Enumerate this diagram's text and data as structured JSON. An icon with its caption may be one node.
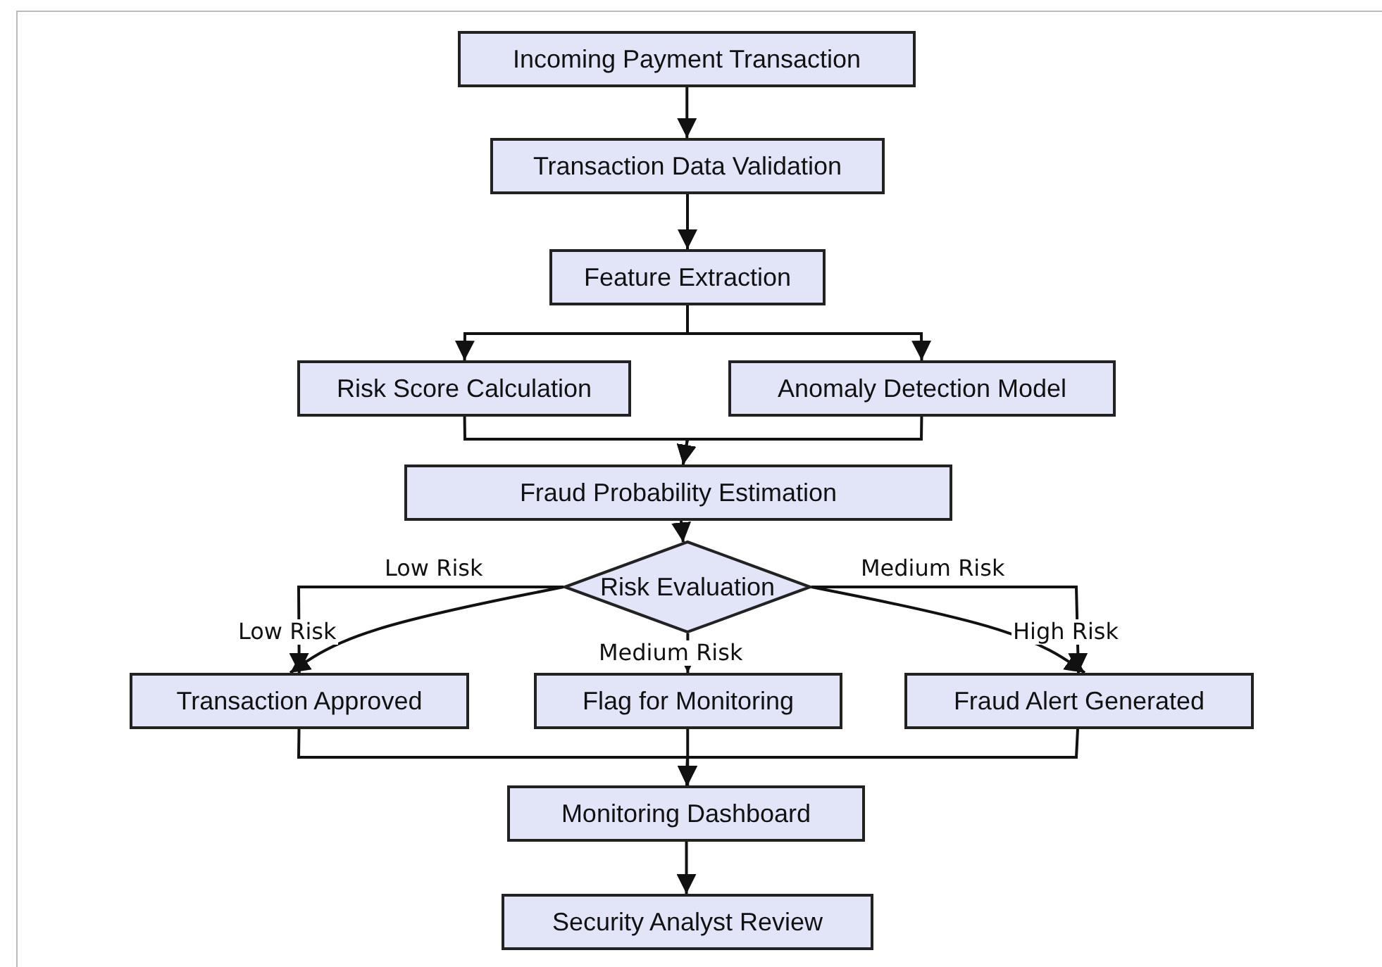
{
  "diagram": {
    "nodes": [
      {
        "text": [
          "Incoming Payment Transaction"
        ]
      },
      {
        "text": [
          "Transaction Data Validation"
        ]
      },
      {
        "text": [
          "Feature Extraction"
        ]
      },
      {
        "text": [
          "Risk Score Calculation"
        ]
      },
      {
        "text": [
          "Anomaly Detection Model"
        ]
      },
      {
        "text": [
          "Fraud Probability Estimation"
        ]
      },
      {
        "text": [
          "Risk Evaluation"
        ]
      },
      {
        "text": [
          "Transaction Approved"
        ]
      },
      {
        "text": [
          "Flag for Monitoring"
        ]
      },
      {
        "text": [
          "Fraud Alert Generated"
        ]
      },
      {
        "text": [
          "Monitoring Dashboard"
        ]
      },
      {
        "text": [
          "Security Analyst Review"
        ]
      }
    ],
    "edges": [
      {
        "from": 0,
        "to": 1,
        "arrow": "to"
      },
      {
        "from": 1,
        "to": 2,
        "arrow": "to"
      },
      {
        "from": 2,
        "to": 3,
        "arrow": "to"
      },
      {
        "from": 2,
        "to": 4,
        "arrow": "to"
      },
      {
        "from": 3,
        "to": 5,
        "arrow": "to"
      },
      {
        "from": 4,
        "to": 5,
        "arrow": "to"
      },
      {
        "from": 5,
        "to": 6,
        "arrow": "to"
      },
      {
        "from": 6,
        "to": 7,
        "arrow": "to",
        "label": "Low Risk"
      },
      {
        "from": 6,
        "to": 7,
        "arrow": "to",
        "label": "Low Risk"
      },
      {
        "from": 6,
        "to": 8,
        "arrow": "to",
        "label": "Medium Risk"
      },
      {
        "from": 6,
        "to": 9,
        "arrow": "to",
        "label": "Medium Risk"
      },
      {
        "from": 6,
        "to": 9,
        "arrow": "to",
        "label": "High Risk"
      },
      {
        "from": 7,
        "to": 10,
        "arrow": "to"
      },
      {
        "from": 8,
        "to": 10,
        "arrow": "to"
      },
      {
        "from": 9,
        "to": 10,
        "arrow": "to"
      },
      {
        "from": 10,
        "to": 11,
        "arrow": "to"
      }
    ]
  }
}
